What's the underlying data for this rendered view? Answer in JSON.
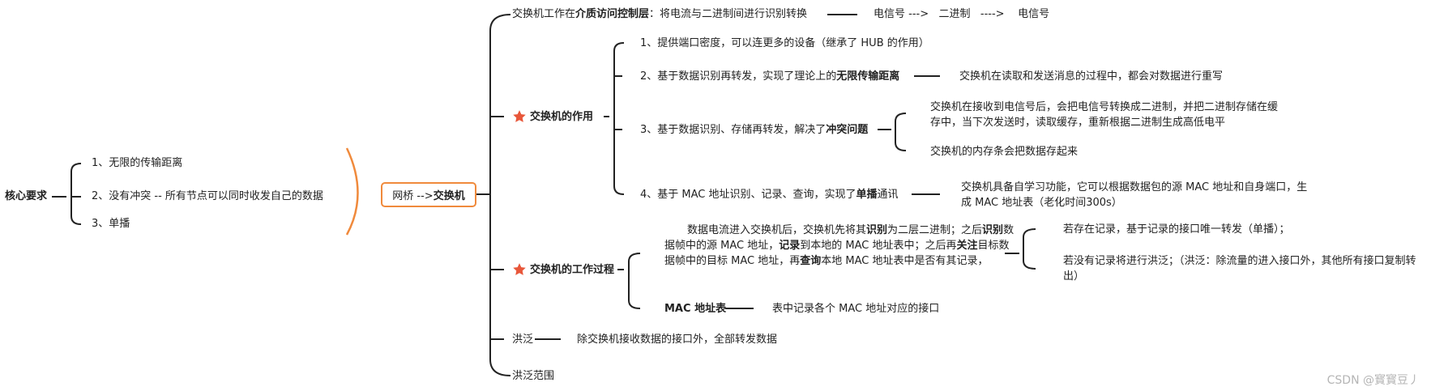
{
  "root": {
    "title": "核心要求",
    "items": [
      "1、无限的传输距离",
      "2、没有冲突 -- 所有节点可以同时收发自己的数据",
      "3、单播"
    ]
  },
  "central": {
    "part1": "网桥 --> ",
    "part2": "交换机"
  },
  "branch_mac": {
    "pre": "交换机工作在",
    "bold": "介质访问控制层",
    "post": "：将电流与二进制间进行识别转换",
    "flow": "电信号 --->   二进制   ---->    电信号"
  },
  "role": {
    "title": "交换机的作用",
    "item1": "1、提供端口密度，可以连更多的设备（继承了 HUB 的作用）",
    "item2_pre": "2、基于数据识别再转发，实现了理论上的",
    "item2_bold": "无限传输距离",
    "item2_note": "交换机在读取和发送消息的过程中，都会对数据进行重写",
    "item3_pre": "3、基于数据识别、存储再转发，解决了",
    "item3_bold": "冲突问题",
    "item3_note1": "交换机在接收到电信号后，会把电信号转换成二进制，并把二进制存储在缓存中，当下次发送时，读取缓存，重新根据二进制生成高低电平",
    "item3_note2": "交换机的内存条会把数据存起来",
    "item4_pre": "4、基于 MAC 地址识别、记录、查询，实现了",
    "item4_bold": "单播",
    "item4_post": "通讯",
    "item4_note": "交换机具备自学习功能，它可以根据数据包的源 MAC 地址和自身端口，生成 MAC 地址表（老化时间300s）"
  },
  "process": {
    "title": "交换机的工作过程",
    "desc_parts": [
      {
        "t": "数据电流进入交换机后，交换机先将其",
        "b": false
      },
      {
        "t": "识别",
        "b": true
      },
      {
        "t": "为二层二进制；之后",
        "b": false
      },
      {
        "t": "识别",
        "b": true
      },
      {
        "t": "数据帧中的源 MAC 地址，",
        "b": false
      },
      {
        "t": "记录",
        "b": true
      },
      {
        "t": "到本地的 MAC 地址表中；之后再",
        "b": false
      },
      {
        "t": "关注",
        "b": true
      },
      {
        "t": "目标数据帧中的目标 MAC 地址，再",
        "b": false
      },
      {
        "t": "查询",
        "b": true
      },
      {
        "t": "本地 MAC 地址表中是否有其记录，",
        "b": false
      }
    ],
    "case1": "若存在记录，基于记录的接口唯一转发（单播）；",
    "case2": "若没有记录将进行洪泛；（洪泛：除流量的进入接口外，其他所有接口复制转出）",
    "mac_table": "MAC 地址表",
    "mac_table_note": "表中记录各个 MAC 地址对应的接口"
  },
  "flood": {
    "label": "洪泛",
    "note": "除交换机接收数据的接口外，全部转发数据"
  },
  "flood_range": {
    "label": "洪泛范围"
  },
  "watermark": "CSDN @寳寳豆丿",
  "colors": {
    "accent": "#f08a3c",
    "line": "#222222",
    "star": "#e8573a"
  }
}
